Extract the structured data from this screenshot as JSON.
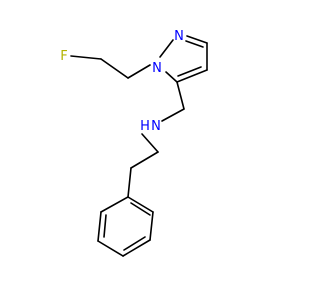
{
  "molecule": {
    "atoms": {
      "fluorine": {
        "symbol": "F",
        "color": "#b3b300"
      },
      "pyrazole_n1": {
        "symbol": "N",
        "color": "#0000ff"
      },
      "pyrazole_n2": {
        "symbol": "N",
        "color": "#0000ff"
      },
      "amine_nitrogen": {
        "symbol": "N",
        "color": "#0000ff"
      },
      "amine_hydrogen": {
        "symbol": "H",
        "color": "#0000ff"
      }
    },
    "bond_color": "#000000"
  }
}
